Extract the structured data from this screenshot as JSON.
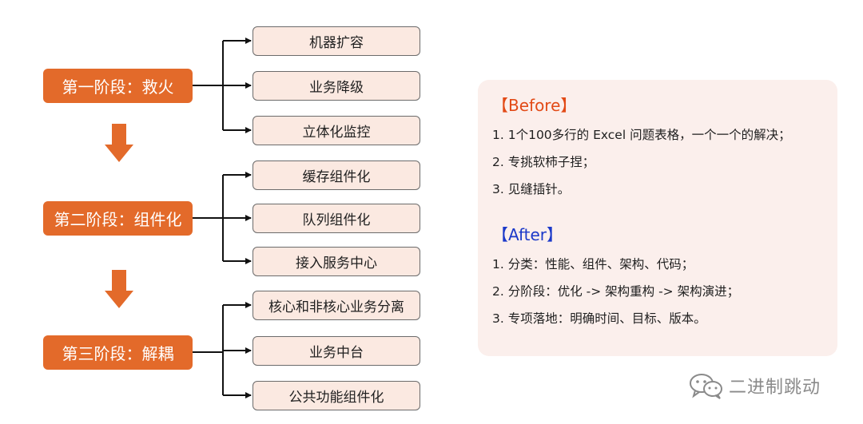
{
  "colors": {
    "stage_fill": "#e36a2a",
    "task_fill": "#fbe9e1",
    "connector": "#111111",
    "down_arrow": "#e36a2a",
    "panel_fill": "#fbefec",
    "heading_before": "#e24a16",
    "heading_after": "#1b39c9",
    "watermark": "#8a8a8a"
  },
  "stages": [
    {
      "label": "第一阶段：救火",
      "tasks": [
        "机器扩容",
        "业务降级",
        "立体化监控"
      ]
    },
    {
      "label": "第二阶段：组件化",
      "tasks": [
        "缓存组件化",
        "队列组件化",
        "接入服务中心"
      ]
    },
    {
      "label": "第三阶段：解耦",
      "tasks": [
        "核心和非核心业务分离",
        "业务中台",
        "公共功能组件化"
      ]
    }
  ],
  "panel": {
    "before_heading": "【Before】",
    "before_items": [
      "1. 1个100多行的 Excel 问题表格，一个一个的解决；",
      "2. 专挑软柿子捏；",
      "3. 见缝插针。"
    ],
    "after_heading": "【After】",
    "after_items": [
      "1. 分类：性能、组件、架构、代码；",
      "2. 分阶段：优化 -> 架构重构 -> 架构演进；",
      "3. 专项落地：明确时间、目标、版本。"
    ]
  },
  "watermark": {
    "icon": "wechat-icon",
    "text": "二进制跳动"
  }
}
